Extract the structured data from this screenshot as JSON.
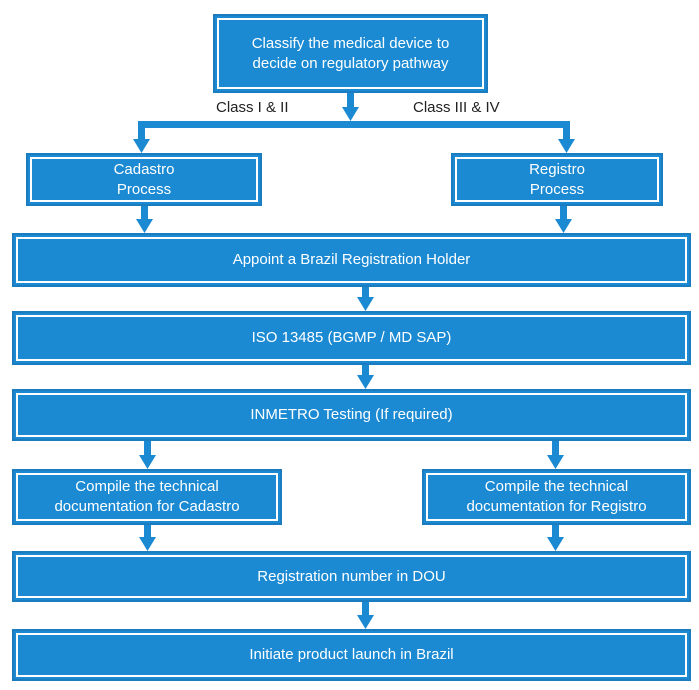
{
  "diagram": {
    "classify": "Classify the medical device to decide on regulatory pathway",
    "label_class_1_2": "Class I & II",
    "label_class_3_4": "Class III & IV",
    "cadastro": "Cadastro Process",
    "registro": "Registro Process",
    "registration_holder": "Appoint a Brazil Registration Holder",
    "iso": "ISO 13485 (BGMP / MD SAP)",
    "inmetro": "INMETRO Testing (If required)",
    "compile_cadastro": "Compile the technical documentation for Cadastro",
    "compile_registro": "Compile the technical documentation for Registro",
    "registration_number": "Registration number in DOU",
    "launch": "Initiate product launch in Brazil"
  },
  "colors": {
    "box_fill": "#1b8ad3",
    "arrow": "#1b8ad3",
    "box_text": "#ffffff"
  }
}
